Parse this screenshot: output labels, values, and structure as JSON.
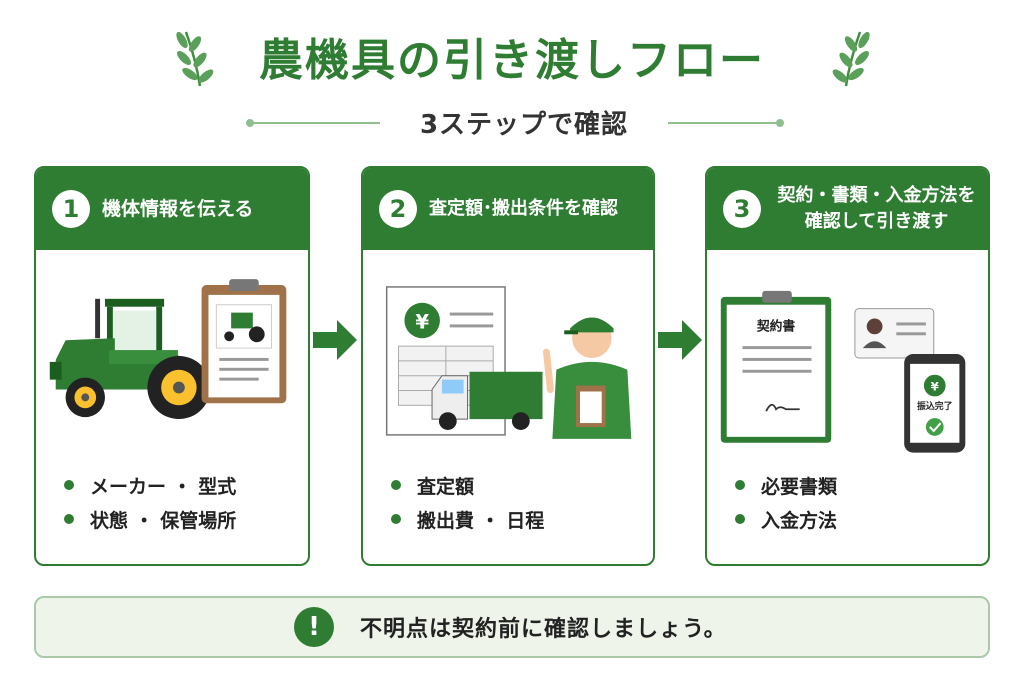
{
  "header": {
    "title": "農機具の引き渡しフロー",
    "subtitle": "3ステップで確認"
  },
  "steps": [
    {
      "number": "1",
      "title": "機体情報を伝える",
      "bullets": [
        "メーカー ・ 型式",
        "状態 ・ 保管場所"
      ]
    },
    {
      "number": "2",
      "title": "査定額･搬出条件を確認",
      "bullets": [
        "査定額",
        "搬出費 ・ 日程"
      ],
      "art": {
        "yen": "¥"
      }
    },
    {
      "number": "3",
      "title_line1": "契約・書類・入金方法を",
      "title_line2": "確認して引き渡す",
      "bullets": [
        "必要書類",
        "入金方法"
      ],
      "art": {
        "contract_label": "契約書",
        "phone_yen": "¥",
        "phone_status": "振込完了"
      }
    }
  ],
  "notice": {
    "icon": "!",
    "text": "不明点は契約前に確認しましょう。"
  },
  "colors": {
    "primary": "#2e7d32",
    "light": "#eef4ea"
  }
}
